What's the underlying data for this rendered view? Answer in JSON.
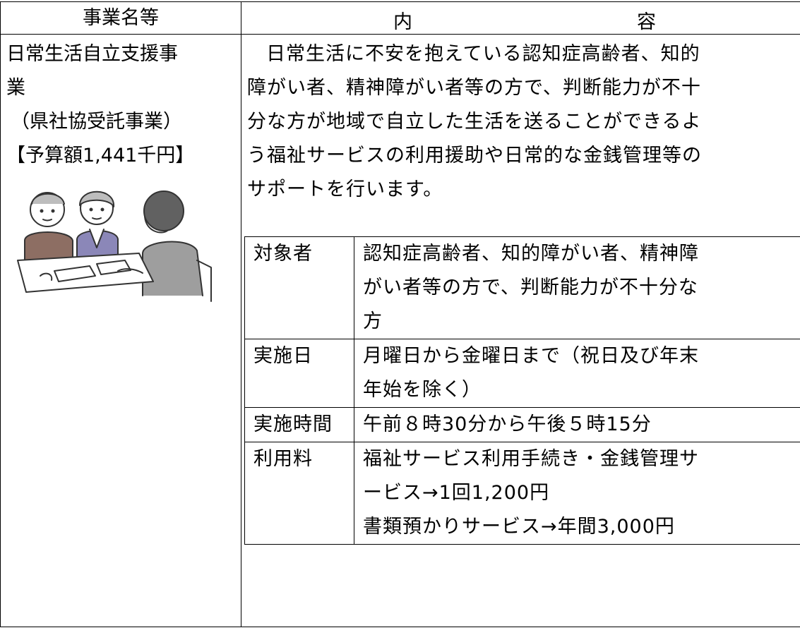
{
  "header": {
    "col1": "事業名等",
    "col2a": "内",
    "col2b": "容"
  },
  "row": {
    "name_lines": [
      "日常生活自立支援事",
      "業",
      "（県社協受託事業）",
      "【予算額1,441千円】"
    ],
    "description_lines": [
      "日常生活に不安を抱えている認知症高齢者、知的",
      "障がい者、精神障がい者等の方で、判断能力が不十",
      "分な方が地域で自立した生活を送ることができるよ",
      "う福祉サービスの利用援助や日常的な金銭管理等の",
      "サポートを行います。"
    ],
    "details": [
      {
        "key": "対象者",
        "lines": [
          "認知症高齢者、知的障がい者、精神障",
          "がい者等の方で、判断能力が不十分な",
          "方"
        ]
      },
      {
        "key": "実施日",
        "lines": [
          "月曜日から金曜日まで（祝日及び年末",
          "年始を除く）"
        ]
      },
      {
        "key": "実施時間",
        "lines": [
          "午前８時30分から午後５時15分"
        ]
      },
      {
        "key": "利用料",
        "lines": [
          "福祉サービス利用手続き・金銭管理サ",
          "ービス→1回1,200円",
          "書類預かりサービス→年間3,000円"
        ]
      }
    ]
  }
}
